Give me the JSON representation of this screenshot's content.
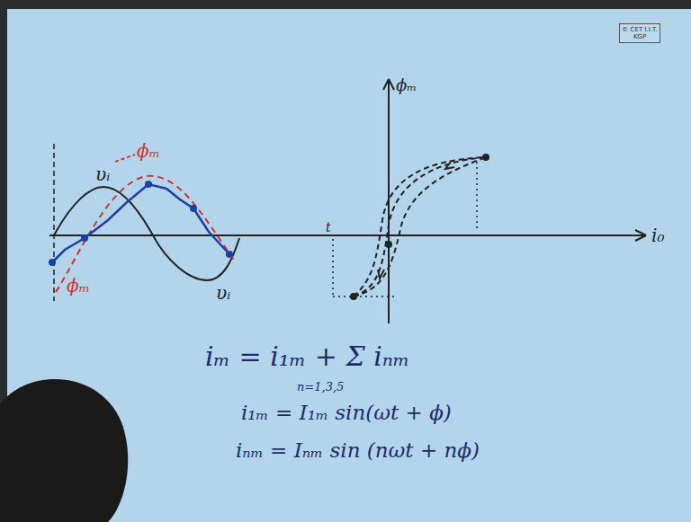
{
  "diagram": {
    "labels": [
      "© CET I.I.T. KGP",
      "υᵢ",
      "ϕₘ",
      "ϕₘ",
      "υᵢ",
      "ϕₘ",
      "t",
      "i₀",
      "iₘ = i₁ₘ + Σ iₙₘ",
      "n=1,3,5",
      "i₁ₘ = I₁ₘ sin(ωt + ϕ)",
      "iₙₘ = Iₙₘ sin (nωt + nϕ)"
    ]
  }
}
